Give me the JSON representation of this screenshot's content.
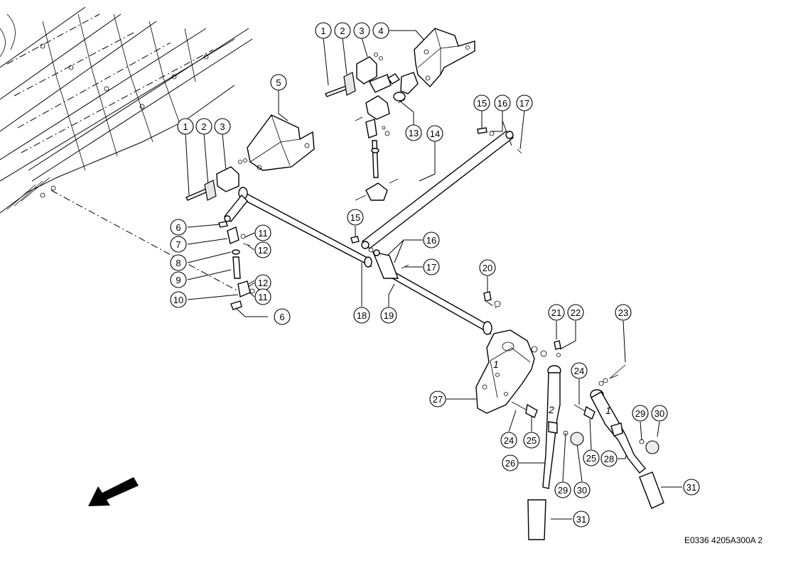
{
  "reference_code": "E0336 4205A300A 2",
  "item_labels": {
    "n1": "1",
    "n2": "2",
    "n3": "3",
    "n4": "4",
    "n5": "5",
    "n6": "6",
    "n7": "7",
    "n8": "8",
    "n9": "9",
    "n10": "10",
    "n11": "11",
    "n12": "12",
    "n13": "13",
    "n14": "14",
    "n15": "15",
    "n16": "16",
    "n17": "17",
    "n18": "18",
    "n19": "19",
    "n20": "20",
    "n21": "21",
    "n22": "22",
    "n23": "23",
    "n24": "24",
    "n25": "25",
    "n26": "26",
    "n27": "27",
    "n28": "28",
    "n29": "29",
    "n30": "30",
    "n31": "31"
  },
  "pedal_marks": {
    "pedal_left": "2",
    "pedal_right": "1",
    "bracket": "1"
  },
  "colors": {
    "line": "#000000",
    "background": "#ffffff",
    "shade": "#e6e6e6"
  }
}
